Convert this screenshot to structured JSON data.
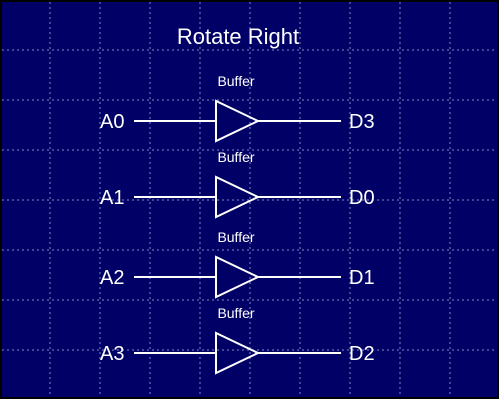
{
  "diagram": {
    "title": "Rotate Right",
    "background_color": "#000066",
    "grid_color": "#7f8cc0",
    "line_color": "#ffffff",
    "rows": [
      {
        "input": "A0",
        "gate": "Buffer",
        "output": "D3"
      },
      {
        "input": "A1",
        "gate": "Buffer",
        "output": "D0"
      },
      {
        "input": "A2",
        "gate": "Buffer",
        "output": "D1"
      },
      {
        "input": "A3",
        "gate": "Buffer",
        "output": "D2"
      }
    ]
  }
}
